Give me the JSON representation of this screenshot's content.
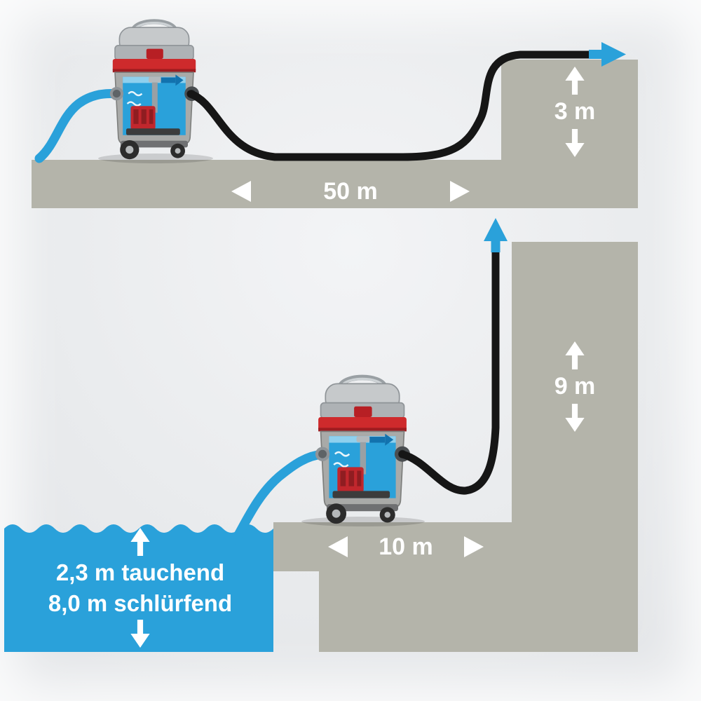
{
  "diagram": {
    "name": "wet-vacuum-pump-capacity-diagram",
    "scene_top": {
      "discharge_height": "3 m",
      "hose_length": "50 m"
    },
    "scene_bottom": {
      "discharge_height": "9 m",
      "hose_length": "10 m",
      "suction_depth_line1": "2,3 m tauchend",
      "suction_depth_line2": "8,0 m schlürfend"
    },
    "icons": {
      "arrow_up": "▲",
      "arrow_down": "▼",
      "arrow_left": "◄",
      "arrow_right": "►",
      "flow_arrow": "→"
    },
    "colors": {
      "background": "#eceef0",
      "ground": "#b4b4aa",
      "water_blue": "#2aa1da",
      "hose_black": "#161616",
      "vacuum_red": "#ce2a2c",
      "label_text": "#ffffff"
    }
  }
}
